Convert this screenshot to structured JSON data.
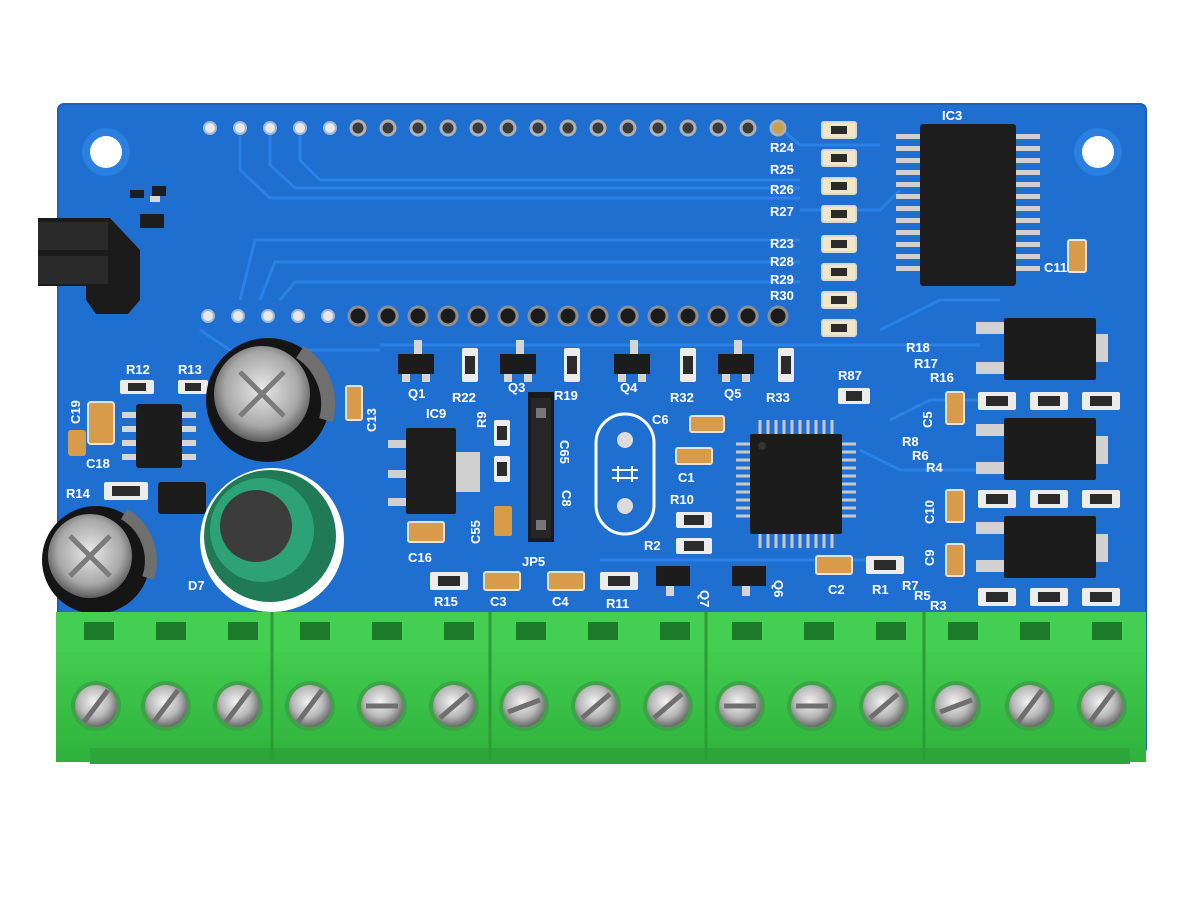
{
  "board": {
    "pcb_color": "#1f6fd1",
    "trace_color": "#2a82e6",
    "terminal_color": "#3ec94a",
    "silk_color": "#ffffff"
  },
  "labels": {
    "ic3": "IC3",
    "r24": "R24",
    "r25": "R25",
    "r26": "R26",
    "r27": "R27",
    "r23": "R23",
    "r28": "R28",
    "r29": "R29",
    "r30": "R30",
    "c11": "C11",
    "r12": "R12",
    "r13": "R13",
    "c19": "C19",
    "c18": "C18",
    "r14": "R14",
    "c13": "C13",
    "q1": "Q1",
    "r22": "R22",
    "q3": "Q3",
    "r19": "R19",
    "q4": "Q4",
    "r32": "R32",
    "q5": "Q5",
    "r33": "R33",
    "r87": "R87",
    "ic9": "IC9",
    "r9": "R9",
    "c65": "C65",
    "c55": "C55",
    "c16": "C16",
    "jp5": "JP5",
    "c6": "C6",
    "c1": "C1",
    "r10": "R10",
    "r2": "R2",
    "d7": "D7",
    "r15": "R15",
    "c3": "C3",
    "c4": "C4",
    "r11": "R11",
    "q7": "Q7",
    "q6": "Q6",
    "c2": "C2",
    "r1": "R1",
    "r18": "R18",
    "r17": "R17",
    "r16": "R16",
    "c5": "C5",
    "r8": "R8",
    "r6": "R6",
    "r4": "R4",
    "c10": "C10",
    "c9": "C9",
    "r7": "R7",
    "r5": "R5",
    "r3": "R3",
    "cap_c8": "C8"
  }
}
